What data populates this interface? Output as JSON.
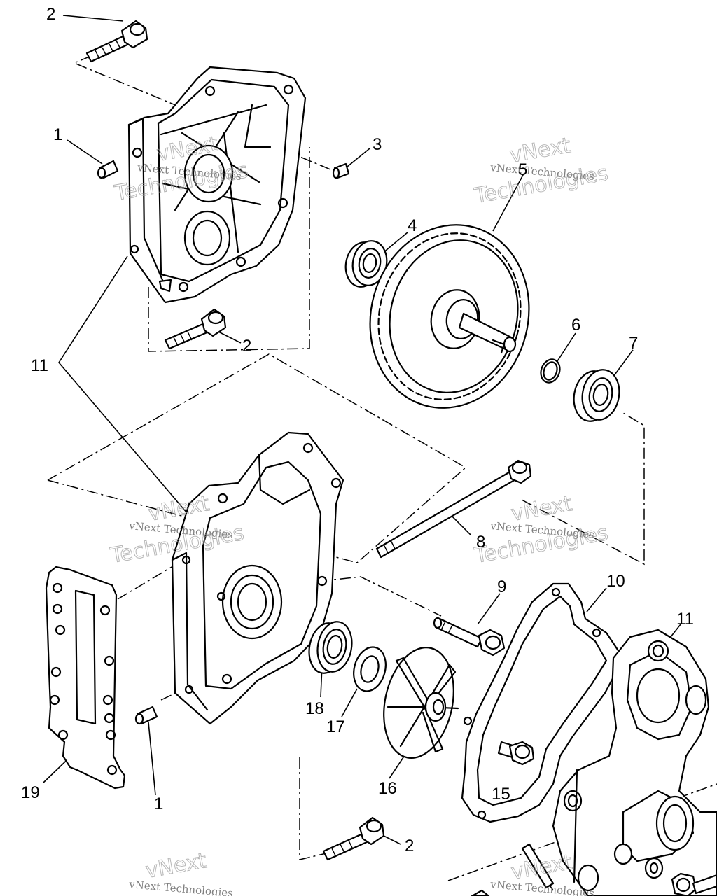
{
  "callouts": {
    "c2_top": "2",
    "c1_top": "1",
    "c3": "3",
    "c5": "5",
    "c4": "4",
    "c6": "6",
    "c7": "7",
    "c2_mid": "2",
    "c11_left": "11",
    "c8": "8",
    "c9": "9",
    "c10": "10",
    "c11_right": "11",
    "c18": "18",
    "c17": "17",
    "c16": "16",
    "c15": "15",
    "c19": "19",
    "c1_bottom": "1",
    "c2_bottom": "2"
  },
  "watermarks": {
    "small_text": "vNext Technologies",
    "large_line1": "vNext",
    "large_line2": "Technologies"
  }
}
